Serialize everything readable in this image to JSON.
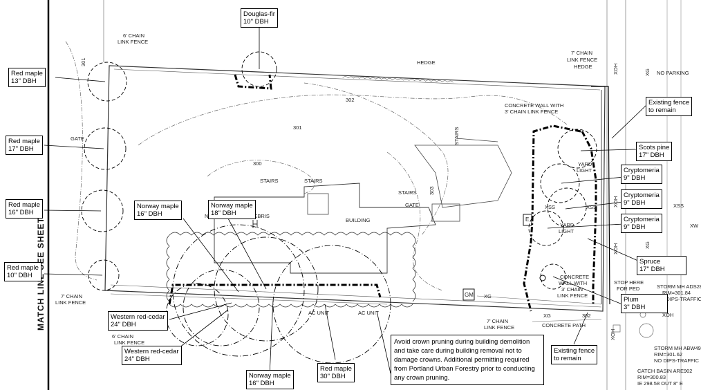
{
  "tree_labels": [
    {
      "name": "Douglas-fir",
      "dbh": "10\" DBH"
    },
    {
      "name": "Red maple",
      "dbh": "13\" DBH"
    },
    {
      "name": "Red maple",
      "dbh": "17\" DBH"
    },
    {
      "name": "Red maple",
      "dbh": "16\" DBH"
    },
    {
      "name": "Red maple",
      "dbh": "10\" DBH"
    },
    {
      "name": "Norway maple",
      "dbh": "16\" DBH"
    },
    {
      "name": "Norway maple",
      "dbh": "18\" DBH"
    },
    {
      "name": "Western red-cedar",
      "dbh": "24\" DBH"
    },
    {
      "name": "Western red-cedar",
      "dbh": "24\" DBH"
    },
    {
      "name": "Norway maple",
      "dbh": "16\" DBH"
    },
    {
      "name": "Red maple",
      "dbh": "30\" DBH"
    },
    {
      "name": "Scots pine",
      "dbh": "17\" DBH"
    },
    {
      "name": "Cryptomeria",
      "dbh": "9\" DBH"
    },
    {
      "name": "Cryptomeria",
      "dbh": "9\" DBH"
    },
    {
      "name": "Cryptomeria",
      "dbh": "9\" DBH"
    },
    {
      "name": "Spruce",
      "dbh": "17\" DBH"
    },
    {
      "name": "Plum",
      "dbh": "3\" DBH"
    }
  ],
  "fence_notes": [
    {
      "line1": "Existing fence",
      "line2": "to remain"
    },
    {
      "line1": "Existing fence",
      "line2": "to remain"
    }
  ],
  "pruning_note": "Avoid crown pruning during building demolition and take care during building removal not to damage crowns. Additional permitting required from Portland Urban Forestry prior to conducting any crown pruning.",
  "site_labels": {
    "chain_6_top": "6' CHAIN",
    "link_fence_top": "LINK FENCE",
    "hedge": "HEDGE",
    "chain_7_tr": "7' CHAIN",
    "link_fence_tr": "LINK FENCE",
    "hedge_tr": "HEDGE",
    "no_parking": "NO PARKING",
    "concrete_wall": "CONCRETE WALL WITH",
    "chain_fence_3": "3' CHAIN LINK FENCE",
    "gate": "GATE",
    "gate2": "GATE",
    "stairs1": "STAIRS",
    "stairs2": "STAIRS",
    "stairs3": "STAIRS",
    "stairs_v": "STAIRS",
    "building": "BUILDING",
    "no_dips": "NO DIPS-FULL OF DEBRIS",
    "yard_light1": "YARD",
    "yard_light1b": "LIGHT",
    "yard_light2": "YARD",
    "yard_light2b": "LIGHT",
    "xss1": "XSS",
    "xss2": "XSS",
    "xss3": "XSS",
    "xoh1": "XOH",
    "xoh2": "XOH",
    "xoh3": "XOH",
    "xoh4": "XOH",
    "xoh5": "XOH",
    "xg1": "XG",
    "xg2": "XG",
    "xg3": "XG",
    "xg4": "XG",
    "xw": "XW",
    "contour_300": "300",
    "contour_301a": "301",
    "contour_301b": "301",
    "contour_302a": "302",
    "contour_302b": "302",
    "contour_303": "303",
    "chain_7_bl": "7' CHAIN",
    "link_fence_bl": "LINK FENCE",
    "chain_6_bl": "6' CHAIN",
    "link_fence_bl2": "LINK FENCE",
    "ac_unit1": "AC UNIT",
    "ac_unit2": "AC UNIT",
    "chain_7_b": "7' CHAIN",
    "link_fence_b": "LINK FENCE",
    "concrete_path": "CONCRETE PATH",
    "concrete_wall_b": "CONCRETE",
    "wall_with_b": "WALL WITH",
    "chain_3_b": "3' CHAIN",
    "link_fence_b3": "LINK FENCE",
    "stop_here": "STOP HERE",
    "for_ped": "FOR PED",
    "storm_mh1": "STORM MH ADS287",
    "rim1": "RIM=301.84",
    "no_dips1": "NO DIPS-TRAFFIC",
    "storm_mh2": "STORM MH ABW499",
    "rim2": "RIM=301.62",
    "no_dips2": "NO DIPS-TRAFFIC",
    "catch_basin": "CATCH BASIN ARE902",
    "rim3": "RIM=300.83",
    "ie": "IE 298.58 OUT 8\" E",
    "match_line": "MATCH LINE SEE SHEET",
    "gm": "GM",
    "e": "E"
  }
}
